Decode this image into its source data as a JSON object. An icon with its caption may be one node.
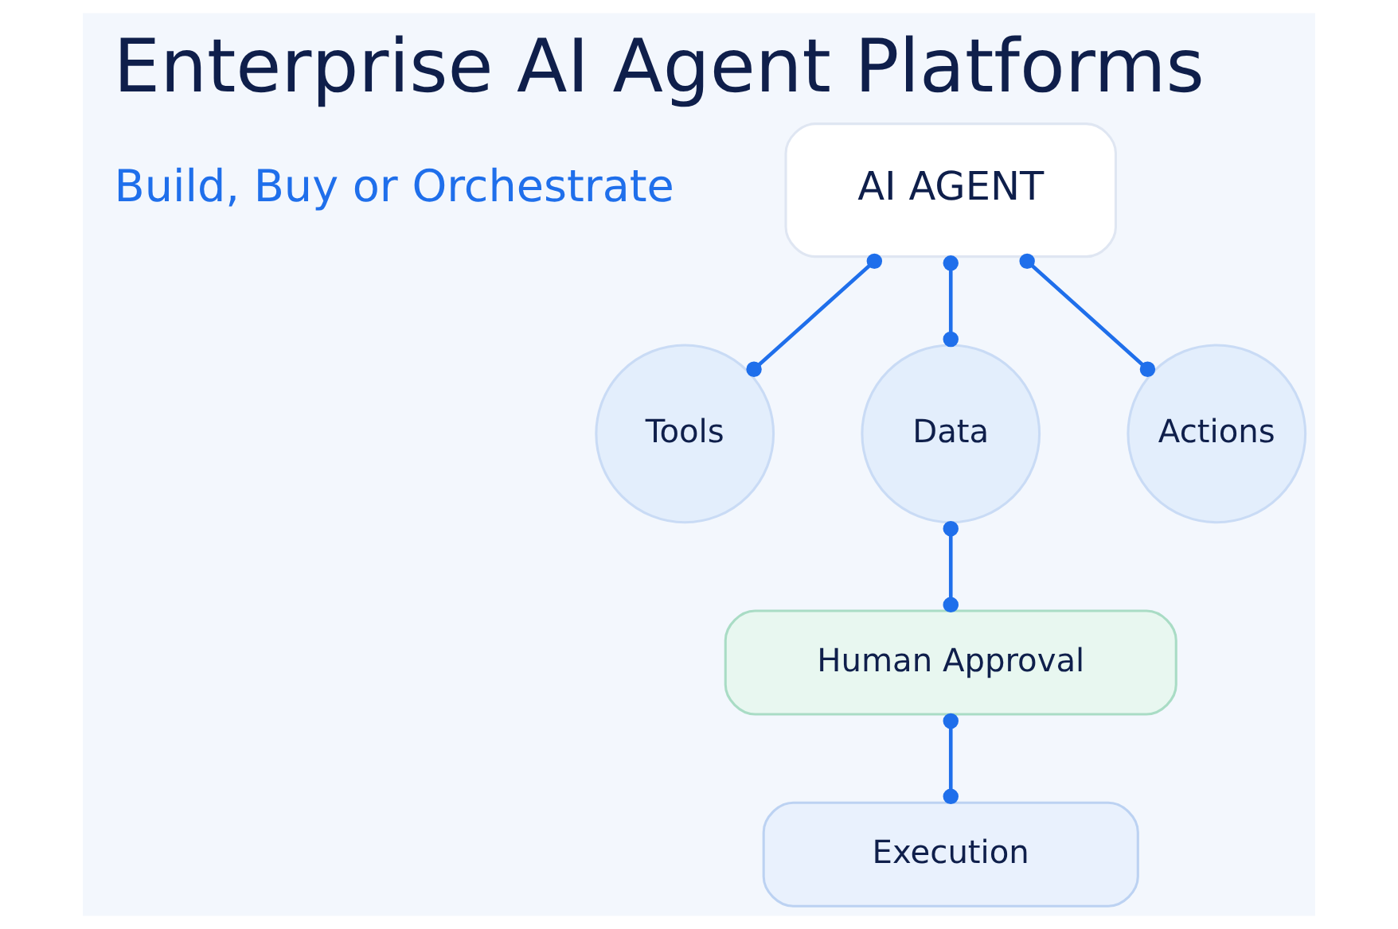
{
  "diagram": {
    "title": "Enterprise AI Agent Platforms",
    "nodes": [
      {
        "text": [
          "AI AGENT"
        ]
      },
      {
        "text": [
          "Tools"
        ]
      },
      {
        "text": [
          "Data"
        ]
      },
      {
        "text": [
          "Actions"
        ]
      },
      {
        "text": [
          "Human Approval"
        ]
      },
      {
        "text": [
          "Execution"
        ]
      }
    ],
    "edges": [
      {
        "from": 0,
        "to": 1,
        "arrow": "other"
      },
      {
        "from": 0,
        "to": 2,
        "arrow": "other"
      },
      {
        "from": 0,
        "to": 3,
        "arrow": "other"
      },
      {
        "from": 2,
        "to": 4,
        "arrow": "other"
      },
      {
        "from": 4,
        "to": 5,
        "arrow": "other"
      }
    ],
    "labels": [
      "Build, Buy or Orchestrate"
    ]
  }
}
